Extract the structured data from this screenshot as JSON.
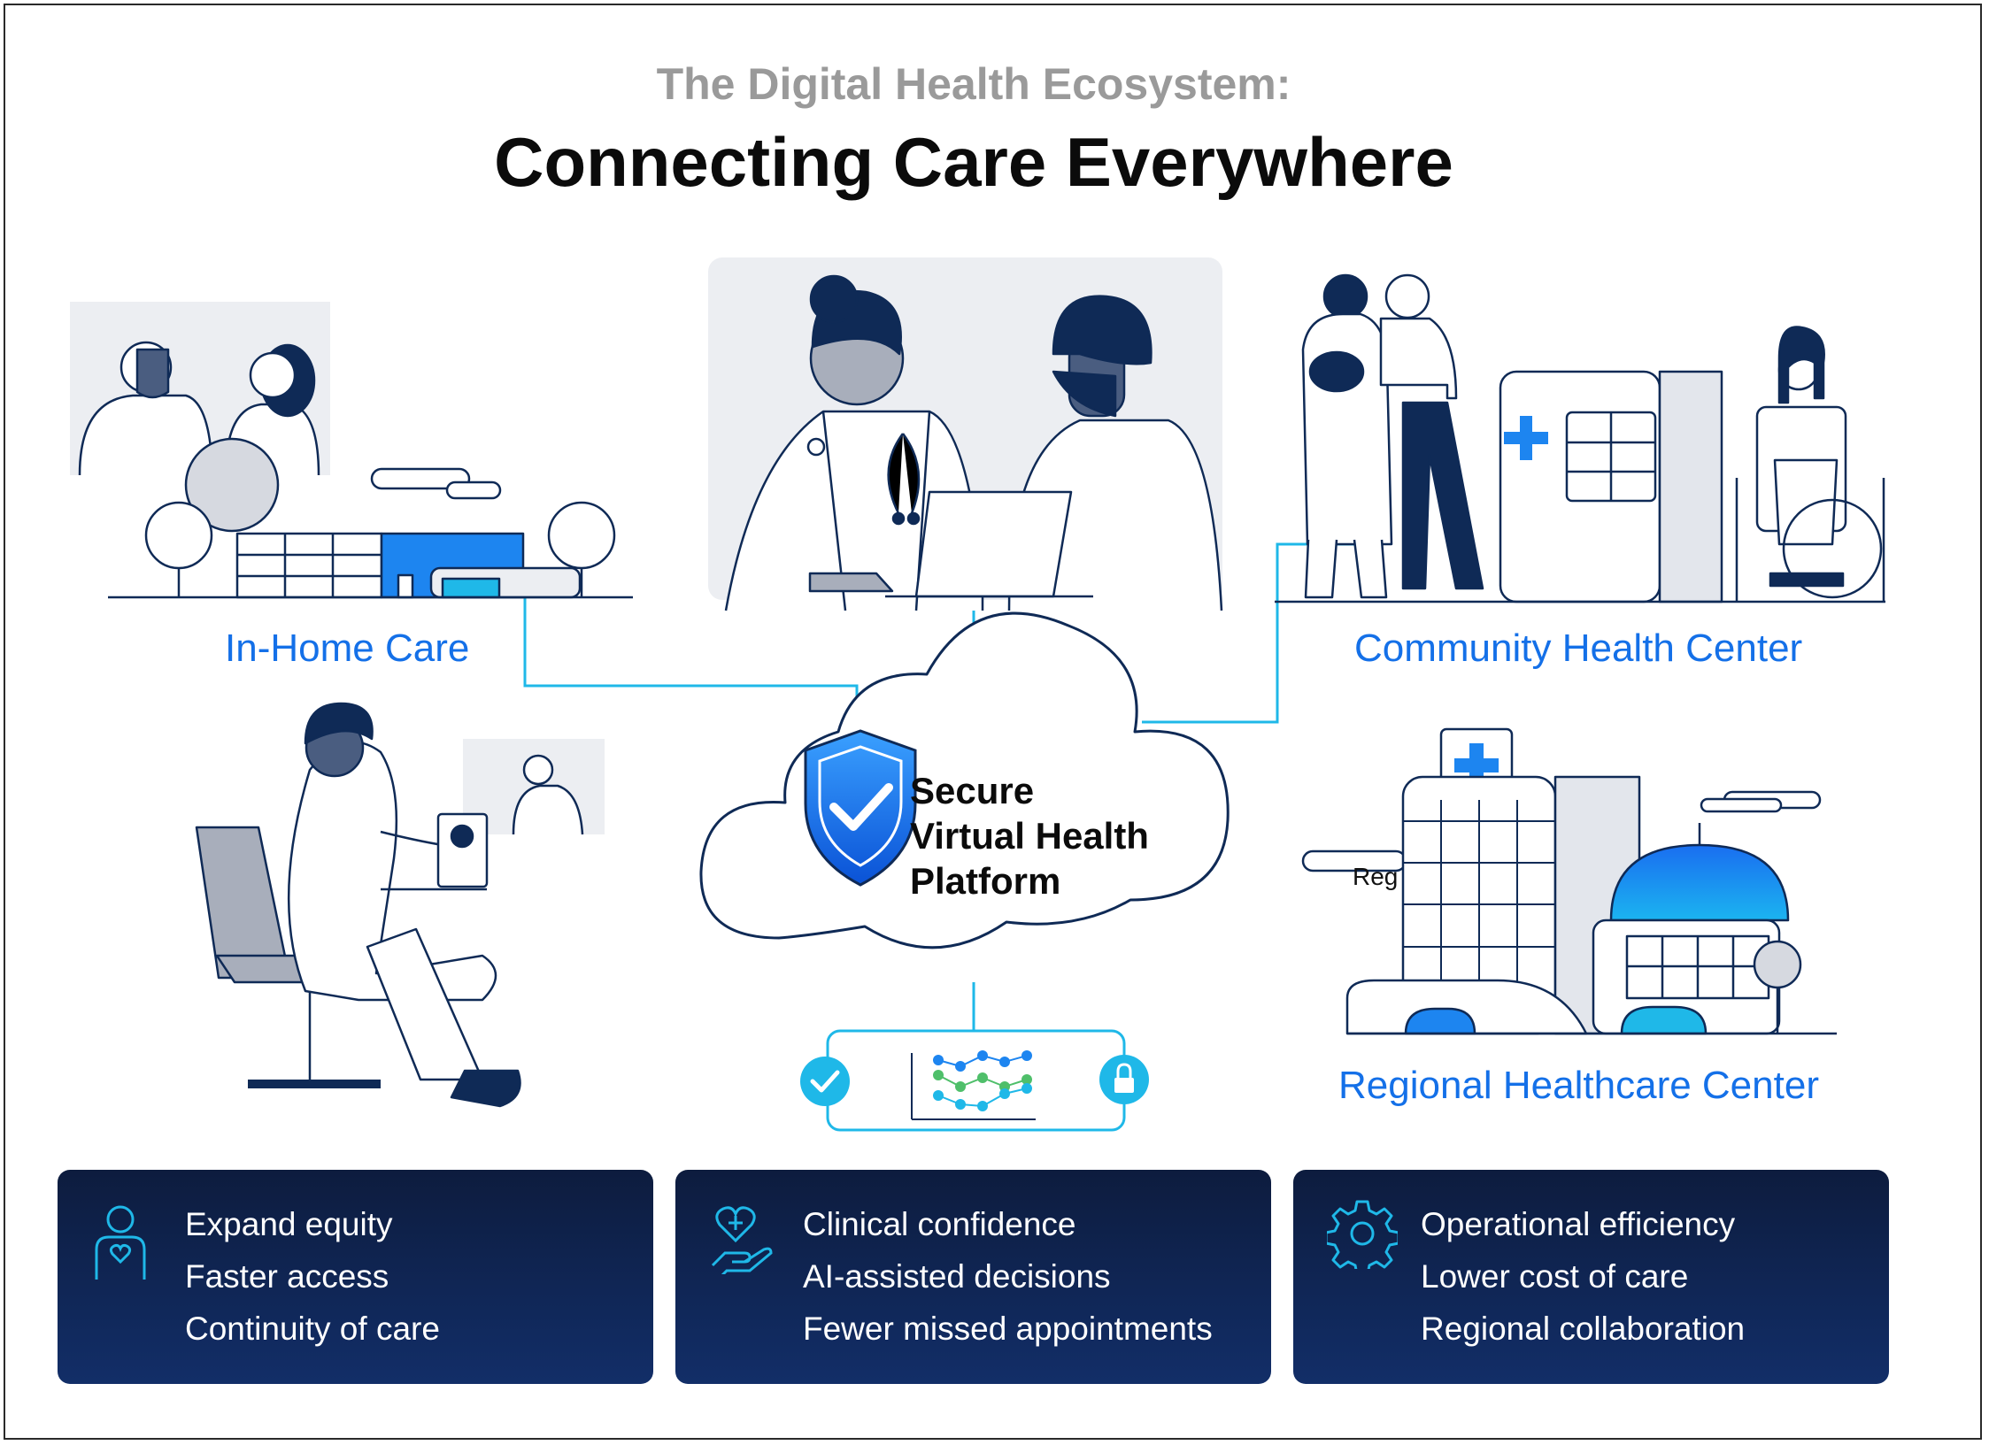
{
  "header": {
    "subtitle": "The Digital Health Ecosystem:",
    "title": "Connecting Care Everywhere"
  },
  "nodes": {
    "in_home": "In-Home Care",
    "community": "Community Health Center",
    "regional": "Regional Healthcare Center"
  },
  "platform": {
    "line1": "Secure",
    "line2": "Virtual Health",
    "line3": "Platform"
  },
  "stray_text": "Reg",
  "cards": [
    {
      "icon": "person-heart-icon",
      "lines": [
        "Expand equity",
        "Faster access",
        "Continuity of care"
      ]
    },
    {
      "icon": "heart-hand-icon",
      "lines": [
        "Clinical confidence",
        "AI-assisted decisions",
        "Fewer missed appointments"
      ]
    },
    {
      "icon": "gear-icon",
      "lines": [
        "Operational efficiency",
        "Lower cost of care",
        "Regional collaboration"
      ]
    }
  ],
  "colors": {
    "accent_blue": "#1470e8",
    "connector_cyan": "#1fb8e8",
    "card_navy": "#0d1c3e",
    "navy_figure": "#0f2a56",
    "gray_fill": "#a8aebb",
    "light_gray_bg": "#eceef2"
  }
}
